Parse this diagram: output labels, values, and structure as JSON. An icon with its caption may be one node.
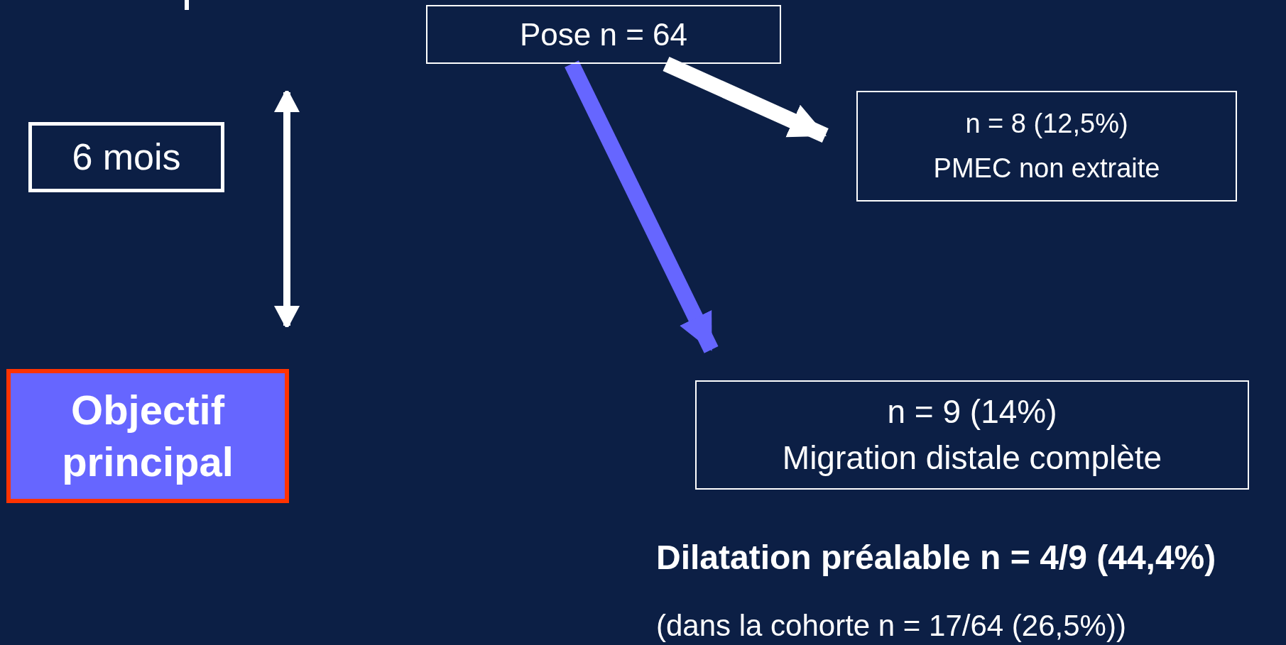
{
  "diagram": {
    "nodes": [
      {
        "text": [
          "Pose n = 64"
        ]
      },
      {
        "text": [
          "n = 8 (12,5%)",
          "PMEC non extraite"
        ]
      },
      {
        "text": [
          "6 mois"
        ]
      },
      {
        "text": [
          "Objectif principal"
        ]
      },
      {
        "text": [
          "n = 9 (14%)",
          "Migration distale complète"
        ]
      }
    ],
    "edges": [
      {
        "from": 0,
        "to": 1,
        "arrow": "to"
      },
      {
        "from": 0,
        "to": 4,
        "arrow": "to",
        "color": "#6666ff"
      }
    ],
    "labels": [
      "Dilatation préalable n = 4/9 (44,4%)",
      "(dans la cohorte n = 17/64 (26,5%))"
    ]
  }
}
